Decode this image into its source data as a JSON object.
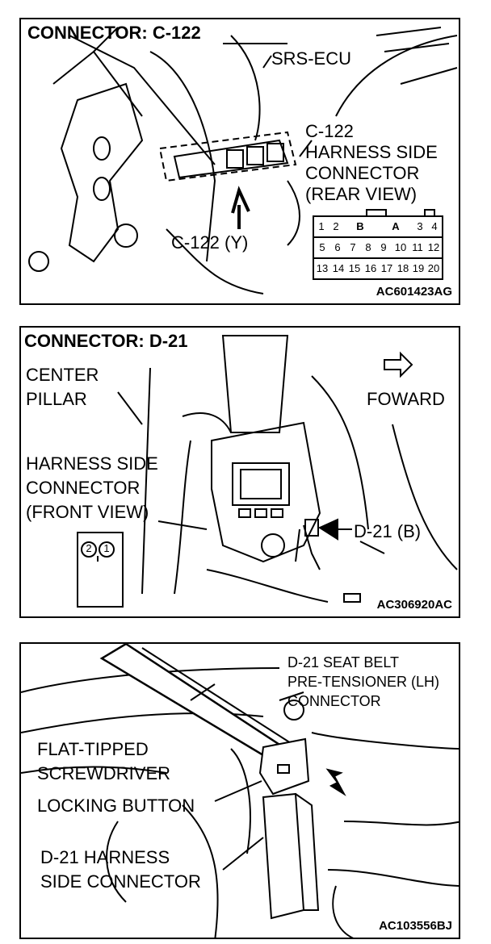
{
  "panel1": {
    "title": "CONNECTOR: C-122",
    "srs_ecu": "SRS-ECU",
    "c122": "C-122",
    "harness_side": "HARNESS SIDE",
    "connector": "CONNECTOR",
    "rear_view": "(REAR VIEW)",
    "c122_y": "C-122 (Y)",
    "pins_row1": [
      "1",
      "2",
      "B",
      "A",
      "3",
      "4"
    ],
    "pins_row2": [
      "5",
      "6",
      "7",
      "8",
      "9",
      "10",
      "11",
      "12"
    ],
    "pins_row3": [
      "13",
      "14",
      "15",
      "16",
      "17",
      "18",
      "19",
      "20"
    ],
    "code": "AC601423AG"
  },
  "panel2": {
    "title": "CONNECTOR: D-21",
    "center": "CENTER",
    "pillar": "PILLAR",
    "foward": "FOWARD",
    "harness_side": "HARNESS SIDE",
    "connector": "CONNECTOR",
    "front_view": "(FRONT VIEW)",
    "d21_b": "D-21 (B)",
    "pin2": "2",
    "pin1": "1",
    "code": "AC306920AC"
  },
  "panel3": {
    "seat_belt_l1": "D-21 SEAT BELT",
    "seat_belt_l2": "PRE-TENSIONER (LH)",
    "seat_belt_l3": "CONNECTOR",
    "flat_tipped": "FLAT-TIPPED",
    "screwdriver": "SCREWDRIVER",
    "locking_button": "LOCKING BUTTON",
    "d21_harness": "D-21 HARNESS",
    "side_connector": "SIDE CONNECTOR",
    "code": "AC103556BJ"
  }
}
